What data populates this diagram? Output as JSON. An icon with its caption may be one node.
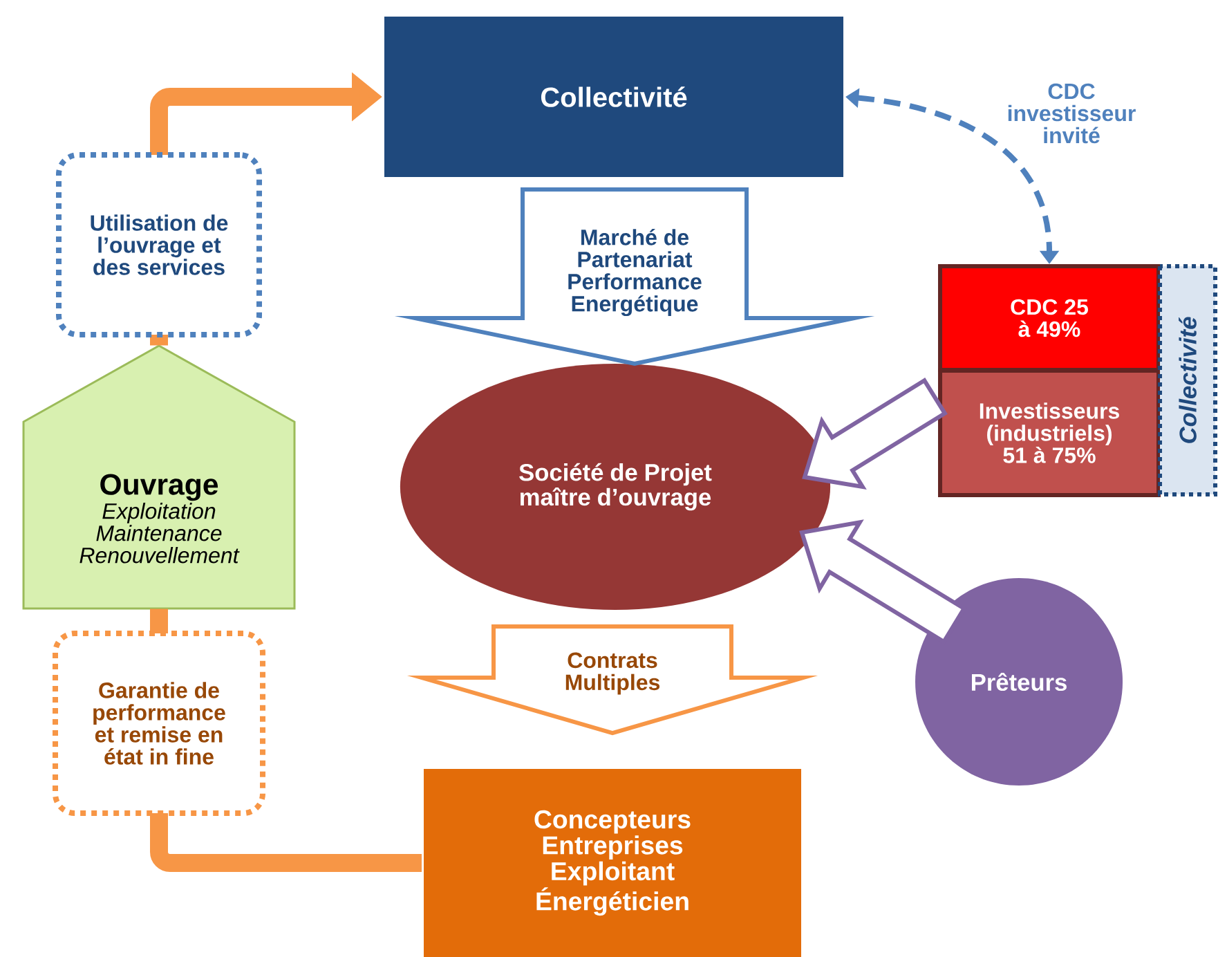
{
  "diagram": {
    "nodes": [
      {
        "text": [
          "Collectivité"
        ]
      },
      {
        "text": [
          "Ouvrage",
          "Exploitation Maintenance Renouvellement"
        ]
      },
      {
        "text": [
          "Société de Projet maître d’ouvrage"
        ]
      },
      {
        "text": [
          "CDC 25 à 49%"
        ]
      },
      {
        "text": [
          "Investisseurs (industriels) 51 à 75%"
        ]
      },
      {
        "text": [
          "Collectivité"
        ]
      },
      {
        "text": [
          "Prêteurs"
        ]
      },
      {
        "text": [
          "Concepteurs Entreprises Exploitant Énergéticien"
        ]
      }
    ],
    "edges": [
      {
        "from": 1,
        "to": 0,
        "arrow": "to",
        "color": "#f79646",
        "label": "Utilisation de l’ouvrage et des services"
      },
      {
        "from": 7,
        "to": 1,
        "arrow": "none",
        "color": "#f79646",
        "label": "Garantie de performance et remise en état in fine"
      },
      {
        "from": 0,
        "to": 3,
        "arrow": "both",
        "style": "dashed",
        "color": "#4f81bd",
        "label": "CDC investisseur invité"
      },
      {
        "from": 0,
        "to": 2,
        "arrow": "to",
        "color": "#4f81bd",
        "label": "Marché de Partenariat Performance Energétique"
      },
      {
        "from": 4,
        "to": 2,
        "arrow": "to",
        "color": "#8064a2"
      },
      {
        "from": 6,
        "to": 2,
        "arrow": "to",
        "color": "#8064a2"
      },
      {
        "from": 2,
        "to": 7,
        "arrow": "to",
        "color": "#f79646",
        "label": "Contrats Multiples"
      }
    ]
  }
}
